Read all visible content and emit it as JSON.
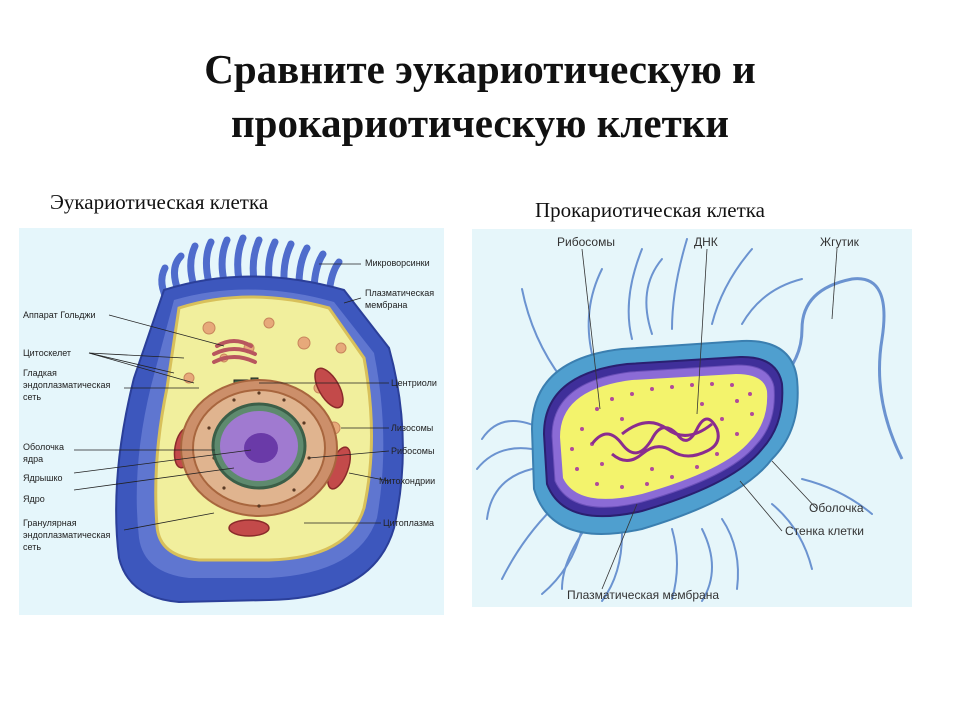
{
  "title_line1": "Сравните эукариотическую и",
  "title_line2": "прокариотическую клетки",
  "eukaryote": {
    "caption": "Эукариотическая клетка",
    "labels": {
      "golgi": "Аппарат Гольджи",
      "cytoskeleton": "Цитоскелет",
      "smooth_er_1": "Гладкая",
      "smooth_er_2": "эндоплазматическая",
      "smooth_er_3": "сеть",
      "envelope_1": "Оболочка",
      "envelope_2": "ядра",
      "nucleolus": "Ядрышко",
      "nucleus": "Ядро",
      "rough_er_1": "Гранулярная",
      "rough_er_2": "эндоплазматическая",
      "rough_er_3": "сеть",
      "microvilli": "Микроворсинки",
      "membrane_1": "Плазматическая",
      "membrane_2": "мембрана",
      "centrioles": "Центриоли",
      "lysosomes": "Лизосомы",
      "ribosomes": "Рибосомы",
      "mitochondria": "Митохондрии",
      "cytoplasm": "Цитоплазма"
    }
  },
  "prokaryote": {
    "caption": "Прокариотическая клетка",
    "labels": {
      "ribosomes": "Рибосомы",
      "dna": "ДНК",
      "flagellum": "Жгутик",
      "capsule": "Оболочка",
      "cell_wall": "Стенка клетки",
      "plasma_membrane": "Плазматическая мембрана"
    }
  }
}
